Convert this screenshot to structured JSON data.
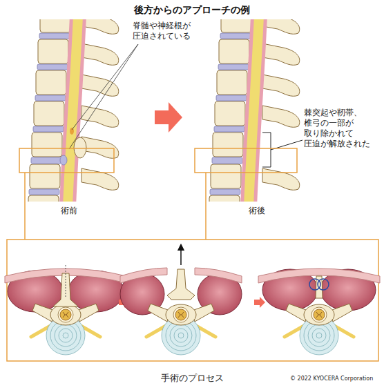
{
  "diagram": {
    "title": "後方からのアプローチの例",
    "labels": [
      "脊髄や神経根が 圧迫されている",
      "棘突起や靭帯、 椎弓の一部が 取り除かれて 圧迫が解放された",
      "術前",
      "術後",
      "手術のプロセス",
      "© 2022 KYOCERA Corporation"
    ]
  }
}
